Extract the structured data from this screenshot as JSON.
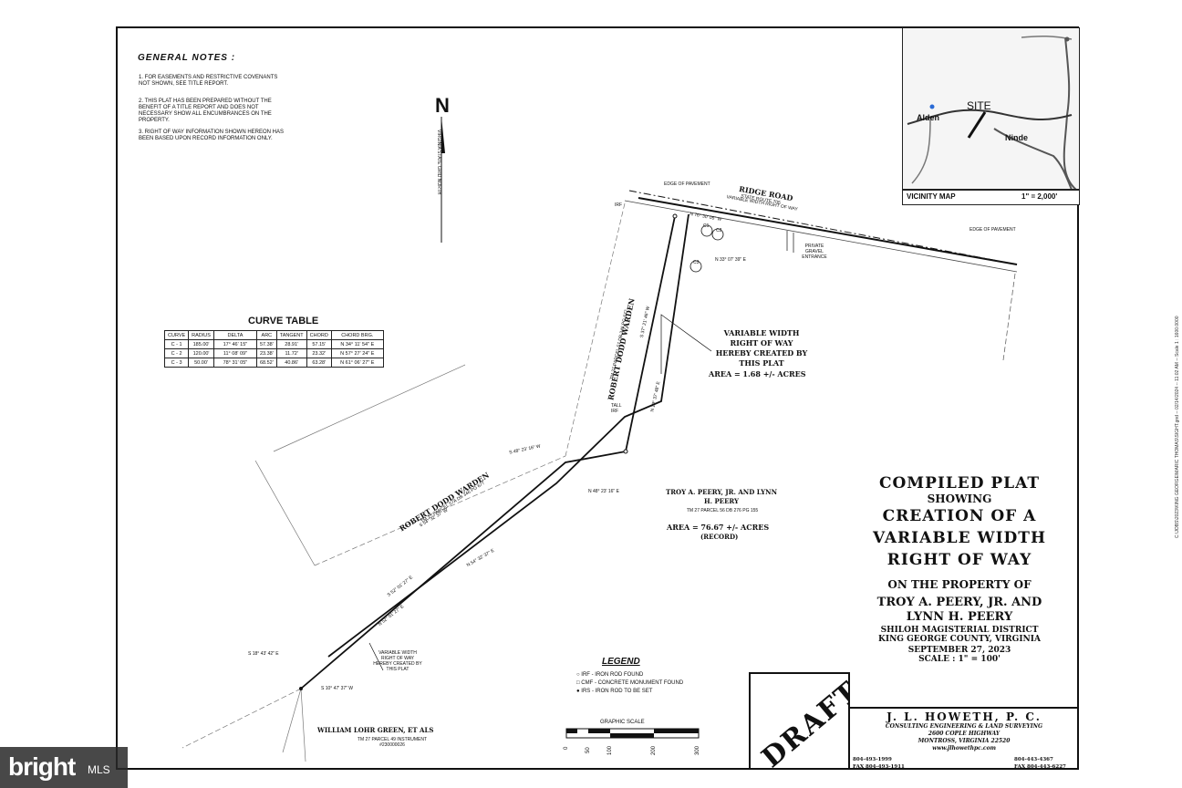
{
  "general_notes": {
    "title": "GENERAL NOTES :",
    "items": [
      "1. FOR EASEMENTS AND RESTRICTIVE COVENANTS NOT SHOWN, SEE TITLE REPORT.",
      "2. THIS PLAT HAS BEEN PREPARED WITHOUT THE BENEFIT OF A TITLE REPORT AND DOES NOT NECESSARY SHOW ALL ENCUMBRANCES ON THE PROPERTY.",
      "3. RIGHT OF WAY INFORMATION SHOWN HEREON HAS BEEN BASED UPON RECORD INFORMATION ONLY."
    ]
  },
  "north_arrow": {
    "letter": "N",
    "label": "VIRGINIA STATE GRID NORTH"
  },
  "curve_table": {
    "title": "CURVE TABLE",
    "headers": [
      "CURVE",
      "RADIUS",
      "DELTA",
      "ARC",
      "TANGENT",
      "CHORD",
      "CHORD BRG."
    ],
    "rows": [
      [
        "C - 1",
        "185.00'",
        "17° 46' 15\"",
        "57.38'",
        "28.91'",
        "57.15'",
        "N 34° 11' 54\" E"
      ],
      [
        "C - 2",
        "120.00'",
        "11° 08' 09\"",
        "23.38'",
        "11.72'",
        "23.32'",
        "N 57° 27' 24\" E"
      ],
      [
        "C - 3",
        "50.00'",
        "78° 31' 05\"",
        "68.52'",
        "40.86'",
        "63.28'",
        "N 61° 06' 27\" E"
      ]
    ]
  },
  "vicinity_map": {
    "labels": {
      "site": "SITE",
      "alden": "Alden",
      "ninde": "Ninde"
    },
    "title": "VICINITY MAP",
    "scale": "1\" = 2,000'"
  },
  "plat": {
    "road_name": "RIDGE ROAD",
    "road_route": "STATE ROUTE 705",
    "road_row": "VARIABLE WIDTH RIGHT OF WAY",
    "edge_pavement_1": "EDGE OF PAVEMENT",
    "edge_pavement_2": "EDGE OF PAVEMENT",
    "private_entrance": "PRIVATE GRAVEL ENTRANCE",
    "bearing_road": "N 76° 30' 05\" W",
    "bearing_n33": "N 33° 07' 39\" E",
    "bearing_s37": "S 37° 21' 46\" W",
    "bearing_n19": "N 19° 37' 48\" E",
    "bearing_s48": "S 48° 23' 16\" W",
    "bearing_n48": "N 48° 23' 16\" E",
    "bearing_s54": "S 54° 32' 37\" W",
    "bearing_n54": "N 54° 32' 37\" E",
    "bearing_s52": "S 52° 01' 27\" E",
    "bearing_n52": "N 52° 01' 27\" E",
    "bearing_s18": "S 18° 43' 42\" E",
    "bearing_s10": "S 10° 47' 37\" W",
    "row_callout": "VARIABLE WIDTH RIGHT OF WAY HEREBY CREATED BY THIS PLAT",
    "row_area": "AREA = 1.68 +/- ACRES",
    "row_callout_small": "VARIABLE WIDTH RIGHT OF WAY HEREBY CREATED BY THIS PLAT",
    "owner_warden_1": "ROBERT DODD WARDEN",
    "owner_warden_1_sub": "TM 27 PARCEL 57A DB 346 PG 677",
    "owner_warden_2": "ROBERT DODD WARDEN",
    "owner_warden_2_sub": "TM 27 PARCEL 57 DB 346 PG 677",
    "owner_peery": "TROY A. PEERY, JR. AND LYNN H. PEERY",
    "owner_peery_sub": "TM 27 PARCEL 56 DB 276 PG 155",
    "peery_area": "AREA = 76.67 +/- ACRES",
    "peery_record": "(RECORD)",
    "owner_green": "WILLIAM LOHR GREEN, ET ALS",
    "owner_green_sub": "TM 27 PARCEL 49 INSTRUMENT #230000026",
    "irf": "IRF",
    "tall": "TALL IRF",
    "c1": "C1",
    "c2": "C2",
    "c3": "C3"
  },
  "legend": {
    "title": "LEGEND",
    "items": [
      "IRF - IRON ROD FOUND",
      "CMF - CONCRETE MONUMENT FOUND",
      "IRS - IRON ROD TO BE SET"
    ]
  },
  "graphic_scale": {
    "title": "GRAPHIC SCALE",
    "ticks": [
      "0",
      "50",
      "100",
      "200",
      "300"
    ]
  },
  "title_block": {
    "line1": "COMPILED PLAT",
    "line2": "SHOWING",
    "line3": "CREATION OF A",
    "line4": "VARIABLE WIDTH",
    "line5": "RIGHT OF WAY",
    "line6": "ON THE PROPERTY OF",
    "line7": "TROY A. PEERY, JR. AND",
    "line8": "LYNN H. PEERY",
    "line9": "SHILOH MAGISTERIAL DISTRICT",
    "line10": "KING GEORGE COUNTY, VIRGINIA",
    "line11": "SEPTEMBER 27, 2023",
    "line12": "SCALE : 1\" = 100'"
  },
  "draft": "DRAFT",
  "firm": {
    "name": "J. L. HOWETH, P. C.",
    "line1": "CONSULTING ENGINEERING & LAND SURVEYING",
    "line2": "2600 COPLE HIGHWAY",
    "line3": "MONTROSS, VIRGINIA 22520",
    "line4": "www.jlhowethpc.com",
    "phone_left": "804-493-1999",
    "fax_left": "FAX 804-493-1911",
    "phone_right": "804-443-4367",
    "fax_right": "FAX 804-443-6227"
  },
  "watermark": {
    "brand": "bright",
    "suffix": "MLS"
  },
  "side_path": "C:\\JOBS\\2023\\KING GEORGE\\MARIC THOMAS\\SIGHT.gnd -- 02/14/2024 -- 11:02 AM -- Scale 1 : 1600.0000"
}
